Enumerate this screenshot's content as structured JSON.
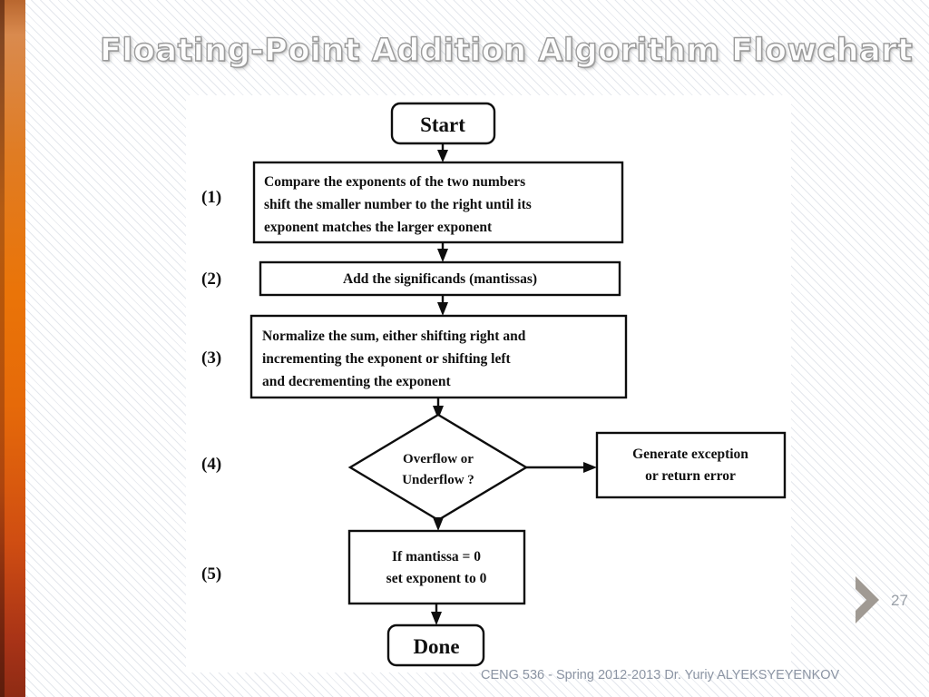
{
  "slide": {
    "title": "Floating-Point Addition Algorithm Flowchart",
    "page_number": "27",
    "footer": "CENG 536 - Spring 2012-2013   Dr. Yuriy ALYEKSYEYENKOV",
    "accent_color": "#ea7408",
    "title_color": "#fdfdfd",
    "title_outline_color": "#9b9b9b",
    "footer_color": "#8b94a3",
    "background_color": "#ffffff",
    "panel_color": "#ffffff"
  },
  "navigation": {
    "next_chevron_icon": "chevron-right-icon",
    "chevron_color": "#a09a93"
  },
  "flowchart": {
    "step_labels": [
      {
        "id": "step-1",
        "text": "(1)"
      },
      {
        "id": "step-2",
        "text": "(2)"
      },
      {
        "id": "step-3",
        "text": "(3)"
      },
      {
        "id": "step-4",
        "text": "(4)"
      },
      {
        "id": "step-5",
        "text": "(5)"
      }
    ],
    "nodes": {
      "start": {
        "shape": "rounded-rectangle",
        "text": "Start"
      },
      "compare": {
        "shape": "rectangle",
        "step": "(1)",
        "lines": [
          "Compare the exponents of the two numbers",
          "shift the smaller number to the right until its",
          "exponent matches the larger exponent"
        ]
      },
      "add": {
        "shape": "rectangle",
        "step": "(2)",
        "lines": [
          "Add the significands (mantissas)"
        ]
      },
      "normalize": {
        "shape": "rectangle",
        "step": "(3)",
        "lines": [
          "Normalize the sum, either shifting right and",
          "incrementing the exponent or shifting left",
          "and decrementing the exponent"
        ]
      },
      "decision": {
        "shape": "diamond",
        "step": "(4)",
        "lines": [
          "Overflow or",
          "Underflow ?"
        ]
      },
      "exception": {
        "shape": "rectangle",
        "lines": [
          "Generate exception",
          "or return error"
        ]
      },
      "mantissa_zero": {
        "shape": "rectangle",
        "step": "(5)",
        "lines": [
          "If mantissa = 0",
          "set exponent to 0"
        ]
      },
      "done": {
        "shape": "rounded-rectangle",
        "text": "Done"
      }
    },
    "connectors": [
      {
        "from": "start",
        "to": "compare",
        "direction": "down"
      },
      {
        "from": "compare",
        "to": "add",
        "direction": "down"
      },
      {
        "from": "add",
        "to": "normalize",
        "direction": "down"
      },
      {
        "from": "normalize",
        "to": "decision",
        "direction": "down"
      },
      {
        "from": "decision",
        "to": "exception",
        "direction": "right"
      },
      {
        "from": "decision",
        "to": "mantissa_zero",
        "direction": "down"
      },
      {
        "from": "mantissa_zero",
        "to": "done",
        "direction": "down"
      }
    ]
  }
}
